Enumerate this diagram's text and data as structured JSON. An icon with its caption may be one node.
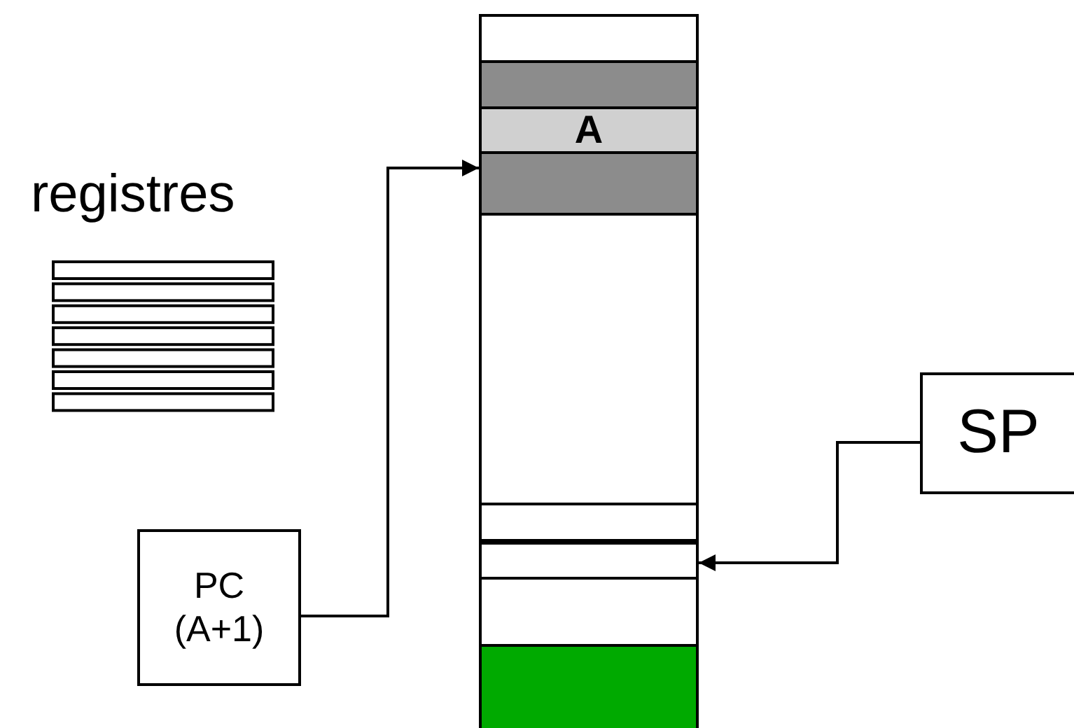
{
  "diagram": {
    "nodes": [
      {
        "text": [],
        "shape": "box"
      },
      {
        "text": [],
        "shape": "box"
      },
      {
        "text": [
          "A"
        ]
      },
      {
        "text": [],
        "shape": "box"
      },
      {
        "text": [],
        "shape": "box"
      },
      {
        "text": [],
        "shape": "box"
      },
      {
        "text": [],
        "shape": "box"
      },
      {
        "text": [],
        "shape": "box"
      },
      {
        "text": [],
        "shape": "box"
      },
      {
        "text": [
          "SP"
        ]
      },
      {
        "text": [
          "PC (A+1)"
        ]
      }
    ],
    "edges": [
      {
        "from": 10,
        "to": 3,
        "arrow": "to"
      },
      {
        "from": 9,
        "to": 6,
        "arrow": "to"
      }
    ],
    "labels": [
      "registres"
    ]
  }
}
